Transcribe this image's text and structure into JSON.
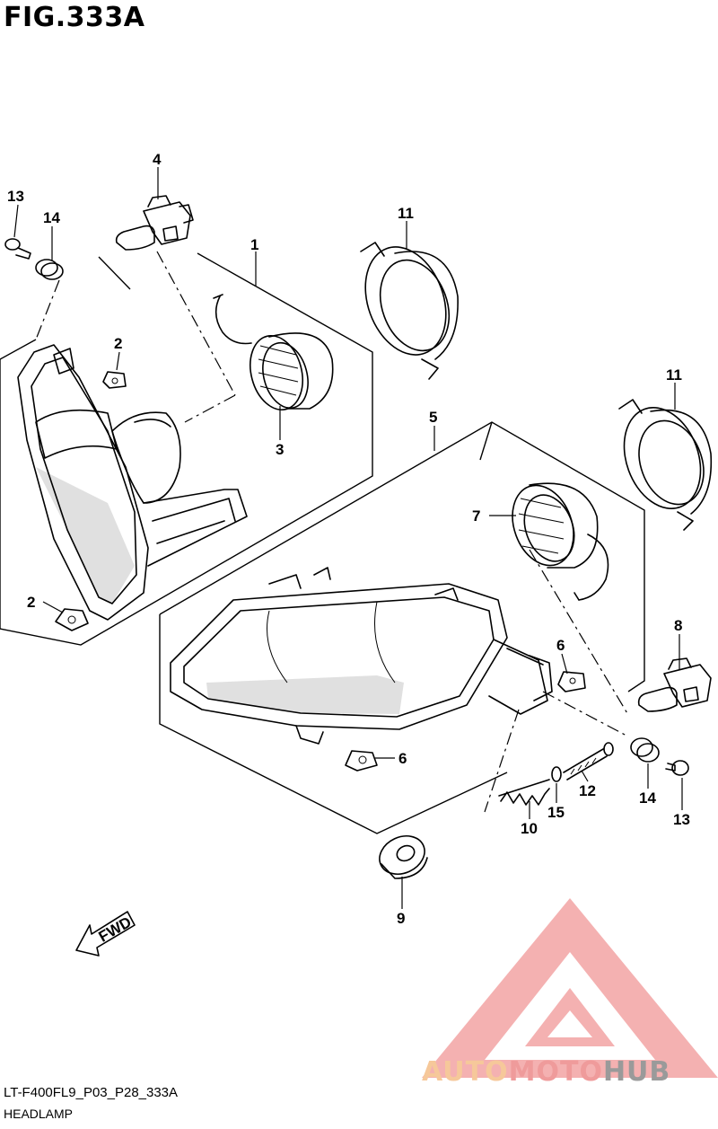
{
  "figure": {
    "title": "FIG.333A",
    "code": "LT-F400FL9_P03_P28_333A",
    "name": "HEADLAMP"
  },
  "callouts": [
    "1",
    "2",
    "2",
    "3",
    "4",
    "5",
    "6",
    "6",
    "7",
    "8",
    "9",
    "10",
    "11",
    "11",
    "12",
    "13",
    "13",
    "14",
    "14",
    "15"
  ],
  "direction_arrow": "FWD",
  "watermark": {
    "part1": "AUTO",
    "part2": "MOTO",
    "part3": "HUB",
    "colors": {
      "auto": "#f6c89a",
      "moto": "#ef9b9b",
      "hub": "#9a9a9a"
    }
  }
}
